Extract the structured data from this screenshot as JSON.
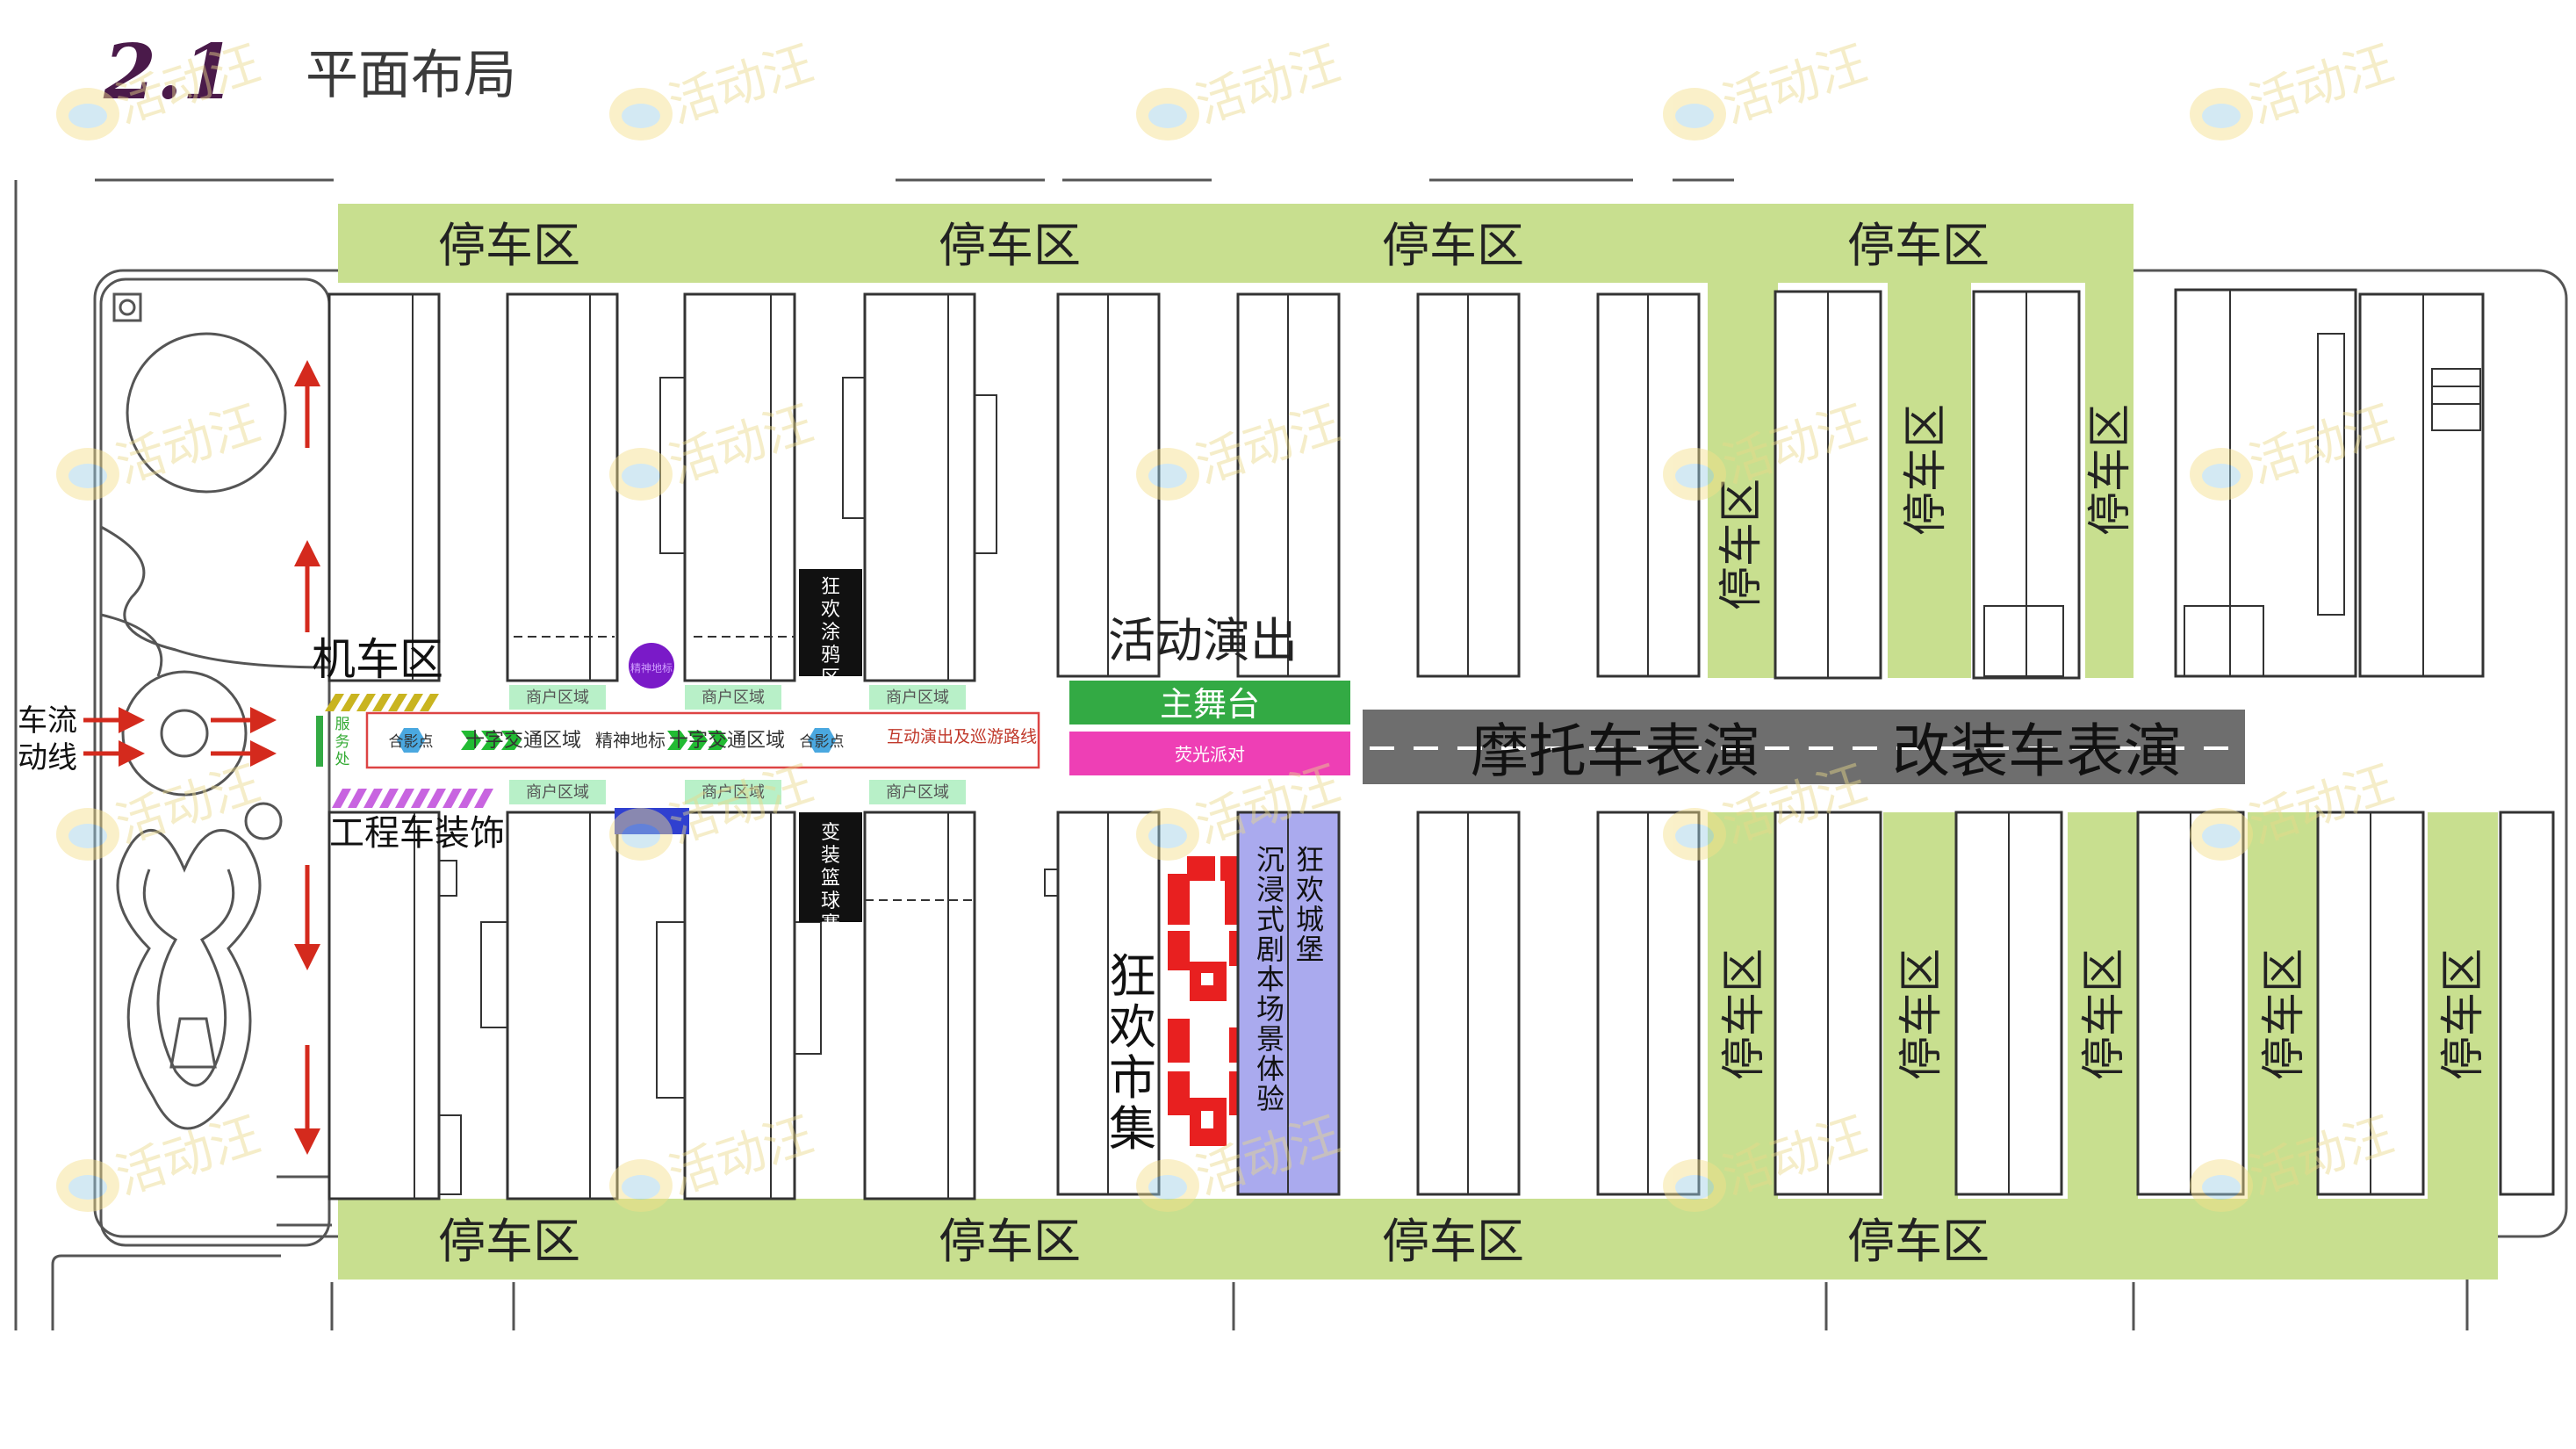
{
  "header": {
    "section_number": "2.1",
    "title": "平面布局"
  },
  "watermark": {
    "text": "活动汪"
  },
  "colors": {
    "parking_green": "#c8df8f",
    "merchant_green": "#b8f0c8",
    "main_stage_green": "#33aa44",
    "light_show_pink": "#ee3fb5",
    "show_band_gray": "#6e6e6e",
    "castle_purple": "#aaaaee",
    "market_red": "#e82020",
    "arrow_red": "#d42a1d",
    "title_purple": "#4a1a4a"
  },
  "zones": {
    "parking_top": [
      "停车区",
      "停车区",
      "停车区",
      "停车区"
    ],
    "parking_bottom": [
      "停车区",
      "停车区",
      "停车区",
      "停车区"
    ],
    "parking_vertical_top": [
      "停车区",
      "停车区",
      "停车区"
    ],
    "parking_vertical_bottom": [
      "停车区",
      "停车区",
      "停车区",
      "停车区",
      "停车区"
    ],
    "motorcycle_area": "机车区",
    "engineering_decor": "工程车装饰",
    "traffic_flow": "车流动线",
    "service_point": "服务处",
    "graffiti": "狂欢涂鸦区",
    "basketball": "变装篮球赛",
    "performance": "活动演出",
    "main_stage": "主舞台",
    "light_show": "荧光派对",
    "show_band_left": "摩托车表演",
    "show_band_right": "改装车表演",
    "carnival_market": "狂欢市集",
    "immersive_script": "沉浸式剧本场景体验",
    "carnival_castle": "狂欢城堡",
    "merchant_label": "商户区域",
    "photo_point": "合影点",
    "spirit_landmark": "精神地标",
    "parade_route": "互动演出及巡游路线",
    "avenue_left": "十字交通区域",
    "avenue_right": "十字交通区域"
  }
}
